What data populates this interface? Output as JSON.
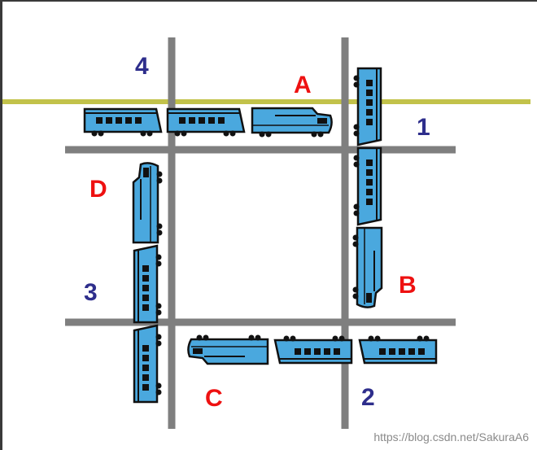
{
  "quadrant_labels": [
    "4",
    "1",
    "3",
    "2"
  ],
  "train_labels": [
    "A",
    "B",
    "C",
    "D"
  ],
  "watermark": "https://blog.csdn.net/SakuraA6",
  "colors": {
    "road": "#7f7f7f",
    "rail": "#c2c24a",
    "car_body": "#4aa8de",
    "car_outline": "#111111",
    "quadrant_label": "#2e2e8c",
    "train_label": "#ee1111"
  }
}
